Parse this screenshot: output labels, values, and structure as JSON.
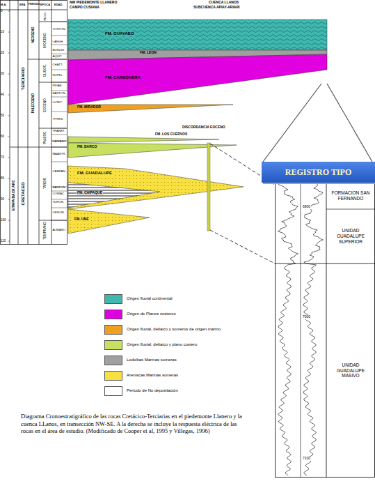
{
  "diagram": {
    "caption": "Diagrama Cronoestratigráfico de las rocas Cretácico-Terciarias en el piedemonte Llanero y la cuenca LLanos, en transección NW-SE. A la derecha se incluye la respuesta eléctrica de las rocas en el área de estudio. (Modificado de Cooper et al, 1995 y Villegas, 1996)",
    "nodes": [
      {
        "text": [
          "FM. GUAYABO"
        ]
      },
      {
        "text": [
          "FM. LEON"
        ]
      },
      {
        "text": [
          "FM. CARBONERA"
        ]
      },
      {
        "text": [
          "FM. MIRADOR"
        ]
      },
      {
        "text": [
          "FM. LOS CUERVOS"
        ]
      },
      {
        "text": [
          "FM. BARCO"
        ]
      },
      {
        "text": [
          "FM. GUADALUPE"
        ]
      },
      {
        "text": [
          "FM. CHIPAQUE"
        ]
      },
      {
        "text": [
          "FM. UNE"
        ]
      },
      {
        "text": [
          "REGISTRO TIPO"
        ]
      },
      {
        "text": [
          "FORMACION SAN FERNANDO"
        ]
      },
      {
        "text": [
          "UNIDAD GUADALUPE SUPERIOR"
        ]
      },
      {
        "text": [
          "UNIDAD GUADALUPE MASIVO"
        ]
      }
    ],
    "labels": [
      "NW PIEDEMONTE LLANERO",
      "CAMPO CUSIANA",
      "CUENCA LLANOS",
      "SUBCUENCA APIAY-ARIARI",
      "M.A.",
      "ERA",
      "PERIODO",
      "EPOCA",
      "EDAD",
      "0",
      "10",
      "20",
      "30",
      "40",
      "50",
      "60",
      "70",
      "80",
      "90",
      "100",
      "110",
      "ETAPA BACK ARC",
      "TERCIARIO",
      "CRETACEO",
      "NEOGENO",
      "PALEOGENO",
      "PLIOC.",
      "MIOCENO",
      "OLIGOC.",
      "EOCENO",
      "PALEOC.",
      "TARDIO",
      "TEMPRANO",
      "TORTON.",
      "LANGH.",
      "BURDIG.",
      "AQUIT.",
      "CHATT.",
      "RUPEL.",
      "PRIAB.",
      "BARTON.",
      "LUTET.",
      "YPRES.",
      "THANET.",
      "DANIANO",
      "MAASTR.",
      "CAMPAN.",
      "SANTON.",
      "CONIAC.",
      "TURON.",
      "CENOM.",
      "ALBIANO",
      "DISCORDANCIA EOCENO",
      "6900",
      "7000",
      "7100"
    ],
    "legend": [
      {
        "text": "Origen fluvial continental",
        "color": "#3fb8b0"
      },
      {
        "text": "Origen de Planos costeros",
        "color": "#e000e0"
      },
      {
        "text": "Origen fluvial, deltaico y someros de origen marino",
        "color": "#f0a020"
      },
      {
        "text": "Origen fluvial, deltaico y plano costero",
        "color": "#c8e060"
      },
      {
        "text": "Lodolitas Marinas someras",
        "color": "#a0a0a0"
      },
      {
        "text": "Areniscas Marinas someras",
        "color": "#f8e040"
      },
      {
        "text": "Periodo de No depositación",
        "color": "#ffffff"
      }
    ]
  }
}
